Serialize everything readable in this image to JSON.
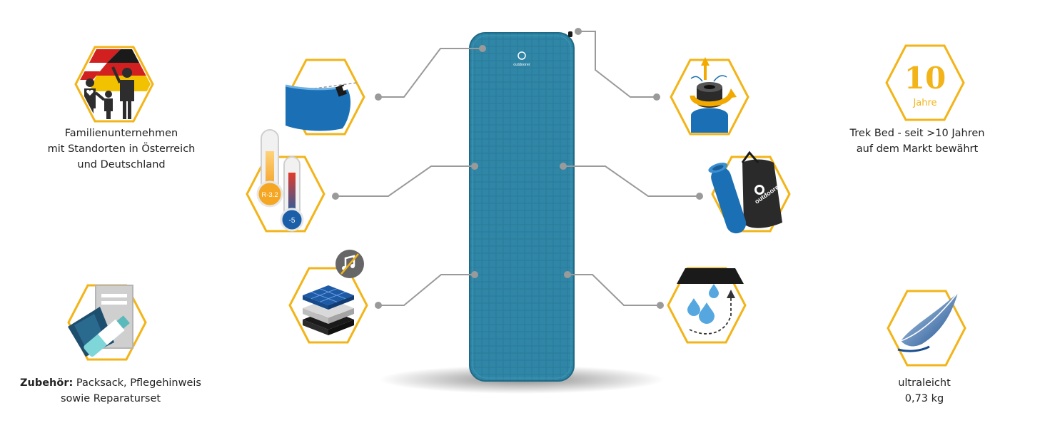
{
  "colors": {
    "hex_outline": "#f2b418",
    "connector": "#9a9a9a",
    "mat": "#2f86a6",
    "mat_dark": "#1f6a86",
    "accent_blue": "#1a6fb5",
    "dark": "#2d2d2d"
  },
  "mat": {
    "logo_text": "outdoorer"
  },
  "features": {
    "family": {
      "icon": "family-flags-icon",
      "caption_lines": [
        "Familienunternehmen",
        "mit Standorten in Österreich",
        "und Deutschland"
      ]
    },
    "years": {
      "icon": "ten-years-badge-icon",
      "number": "10",
      "unit": "Jahre",
      "caption_lines": [
        "Trek Bed - seit >10 Jahren",
        "auf dem Markt bewährt"
      ]
    },
    "accessories": {
      "icon": "accessories-kit-icon",
      "caption_bold": "Zubehör:",
      "caption_rest": " Packsack, Pflegehinweis",
      "caption_line2": "sowie Reparaturset"
    },
    "lightweight": {
      "icon": "feather-icon",
      "caption_lines": [
        "ultraleicht",
        "0,73 kg"
      ]
    },
    "valve": {
      "icon": "valve-edge-icon"
    },
    "r_value": {
      "icon": "thermometer-icon",
      "r_label": "R-3.2",
      "temp_label": "-5"
    },
    "layers": {
      "icon": "foam-layers-icon"
    },
    "inflate": {
      "icon": "self-inflating-valve-icon"
    },
    "pack_bag": {
      "icon": "pack-bag-icon",
      "bag_text": "outdoorer"
    },
    "water": {
      "icon": "water-repellent-icon"
    }
  }
}
